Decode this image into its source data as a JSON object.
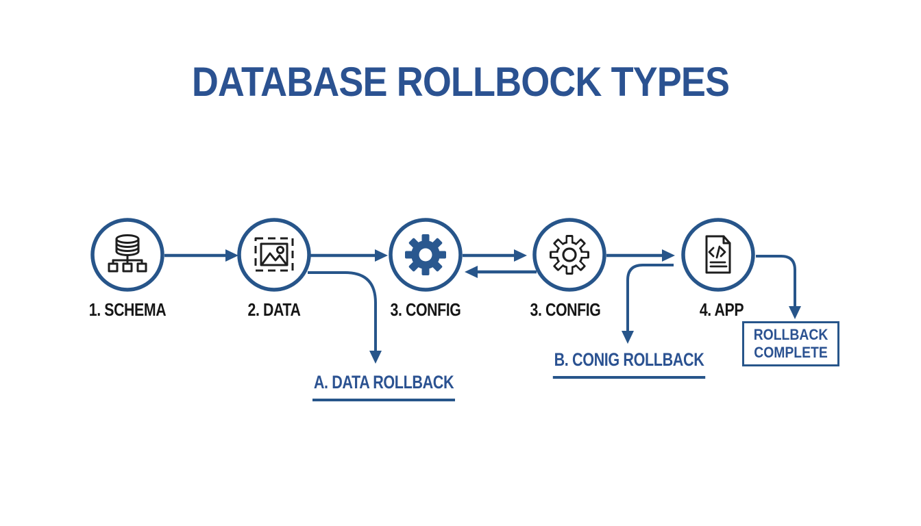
{
  "title": "DATABASE ROLLBOCK TYPES",
  "colors": {
    "accent_blue": "#27558a",
    "title_blue": "#2b5291",
    "icon_black": "#1e1e1e",
    "background": "#ffffff"
  },
  "nodes": [
    {
      "label": "1. SCHEMA",
      "icon": "database-schema-icon"
    },
    {
      "label": "2. DATA",
      "icon": "image-data-icon"
    },
    {
      "label": "3. CONFIG",
      "icon": "gear-filled-icon"
    },
    {
      "label": "3. CONFIG",
      "icon": "gear-outline-icon"
    },
    {
      "label": "4. APP",
      "icon": "code-document-icon"
    }
  ],
  "branches": [
    {
      "label": "A. DATA ROLLBACK"
    },
    {
      "label": "B. CONIG ROLLBACK"
    }
  ],
  "result_box": {
    "label": "ROLLBACK COMPLETE"
  }
}
